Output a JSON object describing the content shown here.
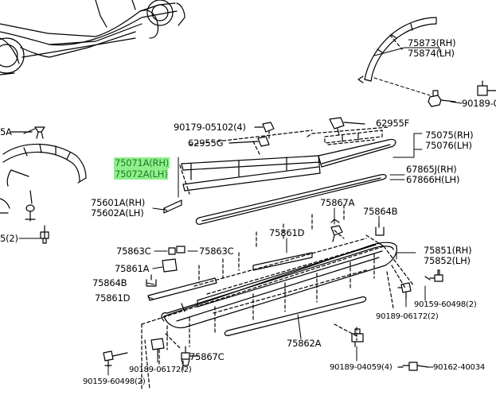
{
  "diagram": {
    "accent_color": "#8ff08a",
    "labels": {
      "p75873": "75873(RH)",
      "p75874": "75874(LH)",
      "p90189a": "90189-0",
      "p90179": "90179-05102(4)",
      "p62955f": "62955F",
      "p75075": "75075(RH)",
      "p75076": "75076(LH)",
      "p62955g": "62955G",
      "p75071a": "75071A(RH)",
      "p75072a": "75072A(LH)",
      "p67865j": "67865J(RH)",
      "p67866h": "67866H(LH)",
      "p5a": "5A",
      "p75601a": "75601A(RH)",
      "p75602a": "75602A(LH)",
      "p5_2": "5(2)",
      "p75867a": "75867A",
      "p75864b_top": "75864B",
      "p75861d_top": "75861D",
      "p75863c_l": "75863C",
      "p75863c_r": "75863C",
      "p75851": "75851(RH)",
      "p75852": "75852(LH)",
      "p75861a": "75861A",
      "p75864b_l": "75864B",
      "p75861d_l": "75861D",
      "p90159_r": "90159-60498(2)",
      "p90189_06172_r": "90189-06172(2)",
      "p75862a": "75862A",
      "p75867c": "75867C",
      "p90189_06172_l": "90189-06172(2)",
      "p90159_l": "90159-60498(2)",
      "p90189_04059": "90189-04059(4)",
      "p90162": "90162-40034"
    }
  }
}
